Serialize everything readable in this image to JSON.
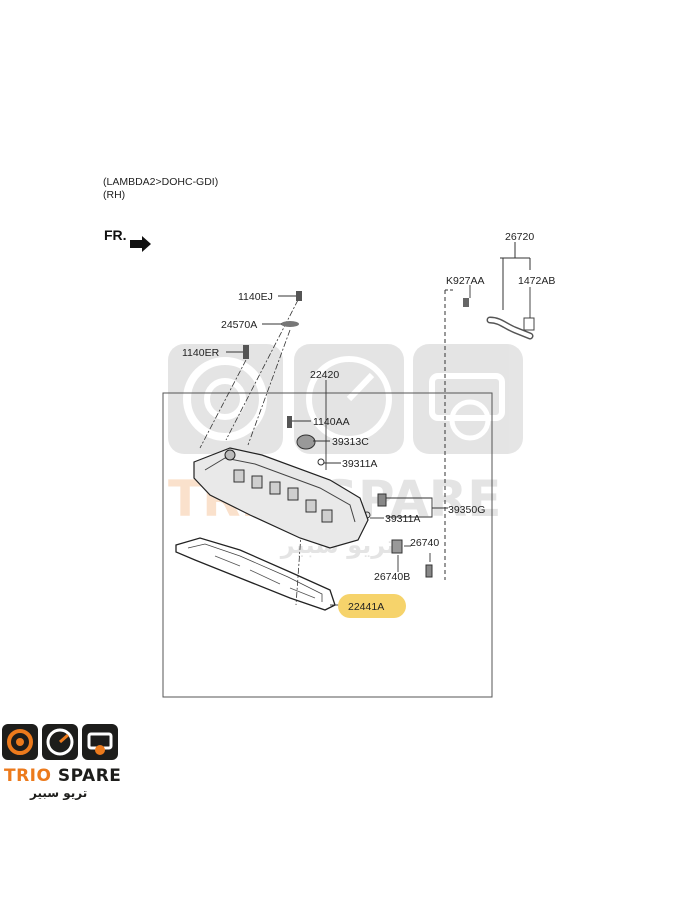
{
  "header": {
    "engine": "(LAMBDA2>DOHC-GDI)",
    "side": "(RH)",
    "front_marker": "FR."
  },
  "parts": {
    "p26720": "26720",
    "pK927AA": "K927AA",
    "p1472AB": "1472AB",
    "p1140EJ": "1140EJ",
    "p24570A": "24570A",
    "p1140ER": "1140ER",
    "p22420": "22420",
    "p1140AA": "1140AA",
    "p39313C": "39313C",
    "p39311A_top": "39311A",
    "p39311A_bottom": "39311A",
    "p39350G": "39350G",
    "p26740": "26740",
    "p26740B": "26740B",
    "p22441A": "22441A"
  },
  "highlight": {
    "part": "22441A",
    "color": "#f6d36b"
  },
  "watermark": {
    "brand": "TRIO SPARE",
    "arabic": "تريو سبير",
    "accent_color": "#ec7a1c",
    "dark_color": "#1d1d1b"
  },
  "logo": {
    "word1": "TRIO",
    "word2": "SPARE",
    "arabic": "تريو سبير"
  }
}
